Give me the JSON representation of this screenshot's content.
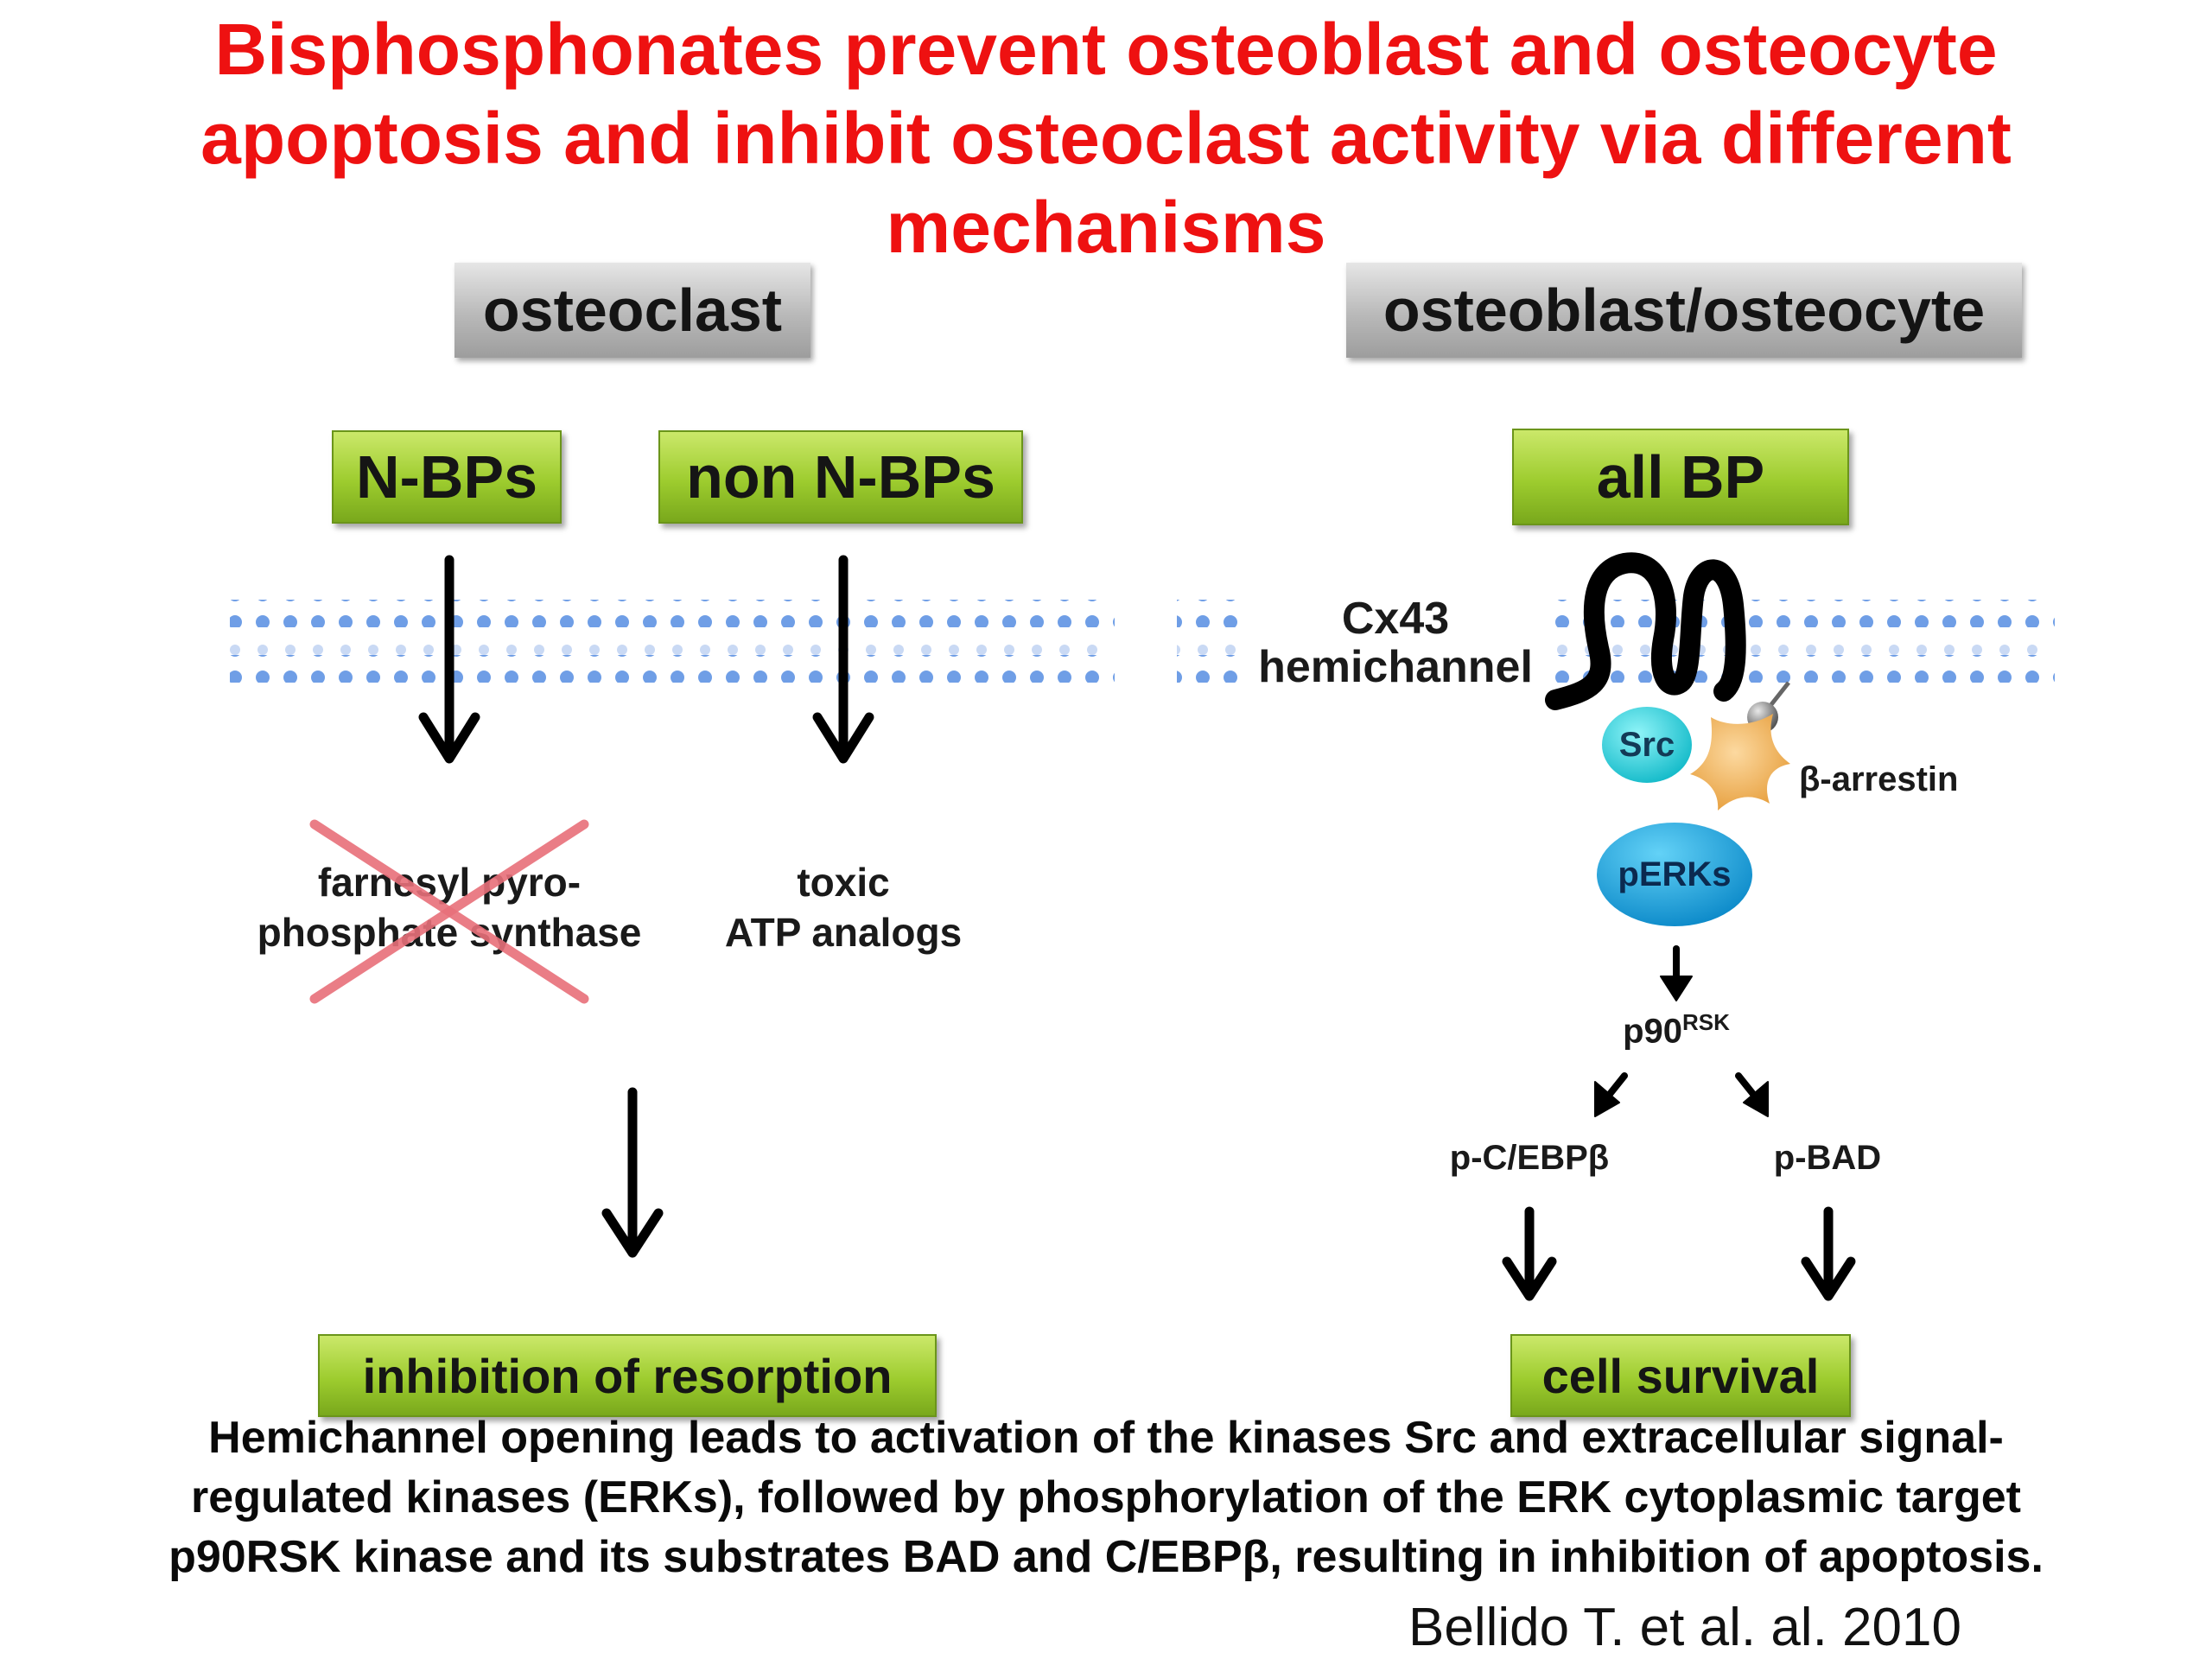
{
  "title": {
    "line1": "Bisphosphonates prevent osteoblast and osteocyte",
    "line2": "apoptosis and inhibit osteoclast activity via different",
    "line3": "mechanisms"
  },
  "osteoclast_panel": {
    "header": "osteoclast",
    "nbps_label": "N-BPs",
    "non_nbps_label": "non N-BPs",
    "fpps_line1": "farnesyl pyro-",
    "fpps_line2": "phosphate synthase",
    "toxic_line1": "toxic",
    "toxic_line2": "ATP analogs",
    "outcome": "inhibition of resorption"
  },
  "osteoblast_panel": {
    "header": "osteoblast/osteocyte",
    "all_bp_label": "all BP",
    "cx43_line1": "Cx43",
    "cx43_line2": "hemichannel",
    "src": "Src",
    "arrestin": "β-arrestin",
    "perks": "pERKs",
    "p90_base": "p90",
    "p90_sup": "RSK",
    "pcebp": "p-C/EBPβ",
    "pbad": "p-BAD",
    "outcome": "cell survival"
  },
  "caption": {
    "line1": "Hemichannel opening leads to activation of the kinases Src and extracellular signal-",
    "line2": "regulated kinases (ERKs), followed by phosphorylation of the ERK cytoplasmic target",
    "line3": "p90RSK kinase and its substrates BAD and C/EBPβ, resulting in inhibition of apoptosis."
  },
  "citation": "Bellido T. et al. al. 2010",
  "colors": {
    "title": "#ee1111",
    "green_box": "#9dcc2e",
    "header_box": "#b9b9b9",
    "membrane_dots": "#6f9ee6",
    "src": "#22d3dd",
    "perks": "#1aa8e0",
    "arrestin": "#f0b055",
    "cross": "#e8707a"
  },
  "icons": {
    "cross": "red-x-cross-icon",
    "channel": "cx43-hemichannel-icon",
    "receptor": "receptor-ball-icon"
  }
}
